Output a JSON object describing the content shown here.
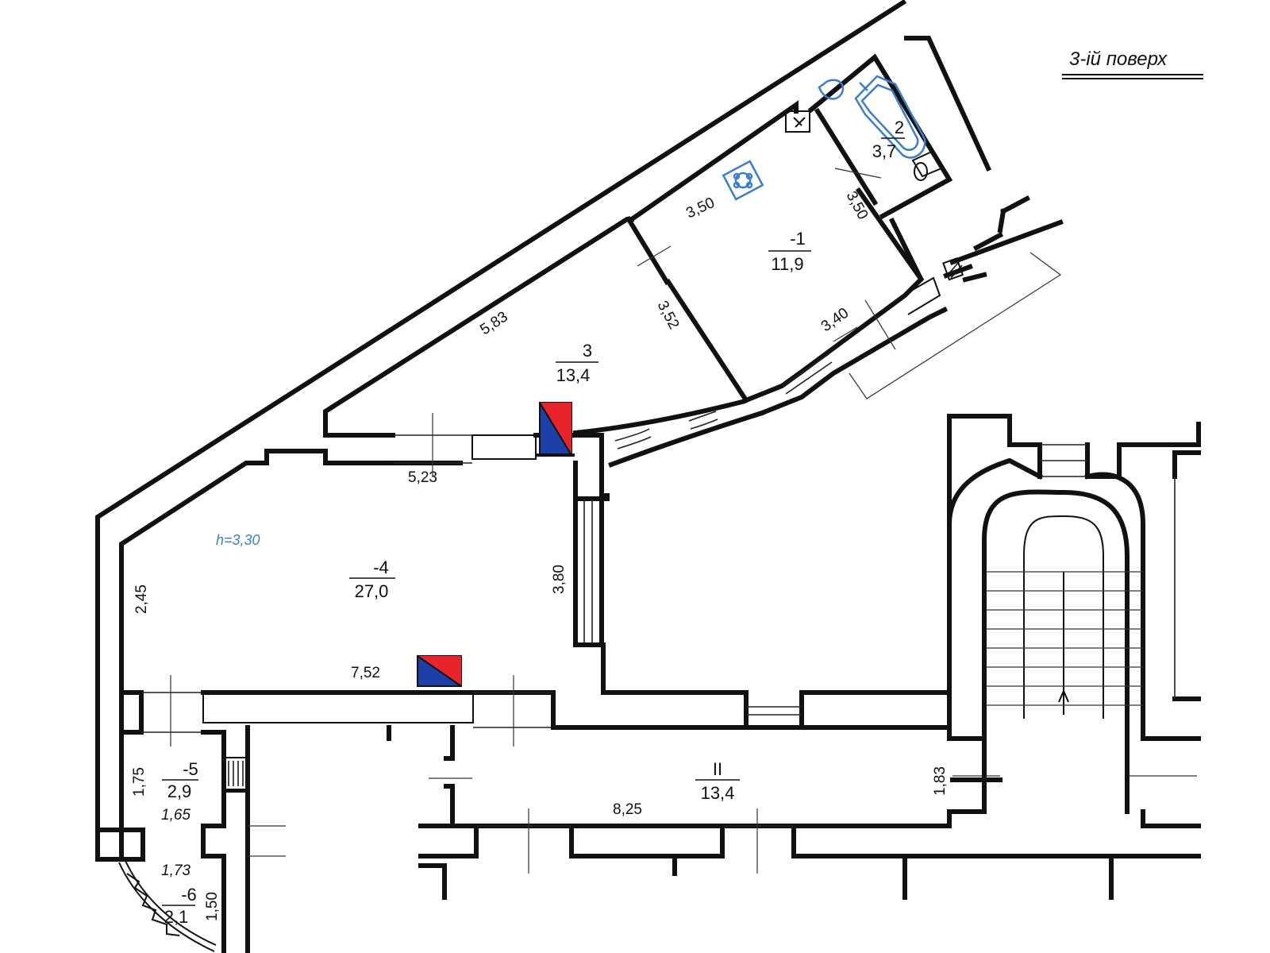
{
  "title": "3-ій поверх",
  "ceiling_height": "h=3,30",
  "accent_colors": {
    "fixture_blue": "#3a7fc8",
    "flue_red": "#e8232a",
    "flue_blue": "#1c3fa8"
  },
  "rooms": {
    "r1": {
      "num": "-1",
      "area": "11,9"
    },
    "r2": {
      "num": "2",
      "area": "3,7"
    },
    "r3": {
      "num": "3",
      "area": "13,4"
    },
    "r4": {
      "num": "-4",
      "area": "27,0"
    },
    "r5": {
      "num": "-5",
      "area": "2,9"
    },
    "r6": {
      "num": "-6",
      "area": "2,1"
    },
    "rII": {
      "num": "II",
      "area": "13,4"
    }
  },
  "dimensions": {
    "d_583": "5,83",
    "d_350a": "3,50",
    "d_350b": "3,50",
    "d_352": "3,52",
    "d_340": "3,40",
    "d_523": "5,23",
    "d_380": "3,80",
    "d_245": "2,45",
    "d_752": "7,52",
    "d_175": "1,75",
    "d_165": "1,65",
    "d_173": "1,73",
    "d_150": "1,50",
    "d_825": "8,25",
    "d_183": "1,83"
  }
}
